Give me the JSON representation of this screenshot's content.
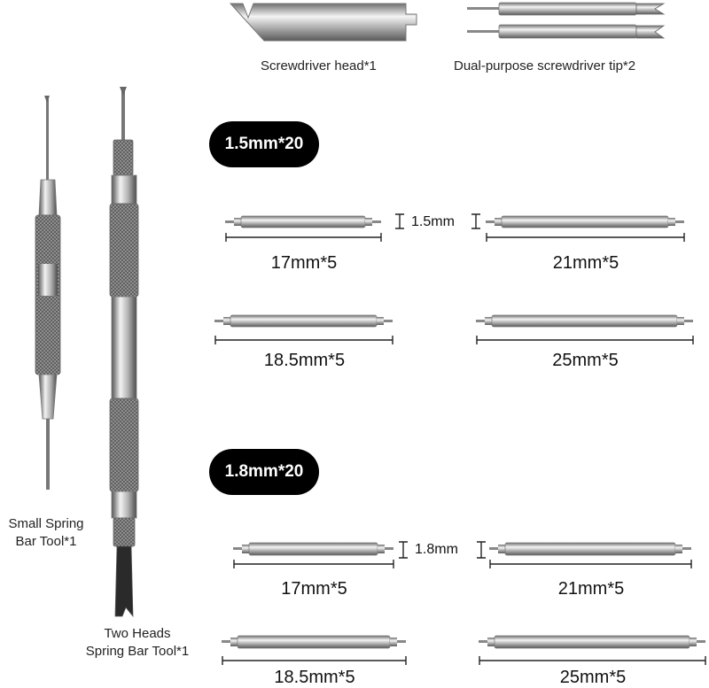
{
  "top": {
    "screwdriver_head_label": "Screwdriver head*1",
    "dual_tip_label": "Dual-purpose screwdriver tip*2"
  },
  "tools": {
    "small_tool_label_line1": "Small Spring",
    "small_tool_label_line2": "Bar Tool*1",
    "two_heads_label_line1": "Two Heads",
    "two_heads_label_line2": "Spring Bar Tool*1"
  },
  "group_1": {
    "badge": "1.5mm*20",
    "diameter": "1.5mm",
    "bars": [
      {
        "label": "17mm*5"
      },
      {
        "label": "21mm*5"
      },
      {
        "label": "18.5mm*5"
      },
      {
        "label": "25mm*5"
      }
    ]
  },
  "group_2": {
    "badge": "1.8mm*20",
    "diameter": "1.8mm",
    "bars": [
      {
        "label": "17mm*5"
      },
      {
        "label": "21mm*5"
      },
      {
        "label": "18.5mm*5"
      },
      {
        "label": "25mm*5"
      }
    ]
  }
}
